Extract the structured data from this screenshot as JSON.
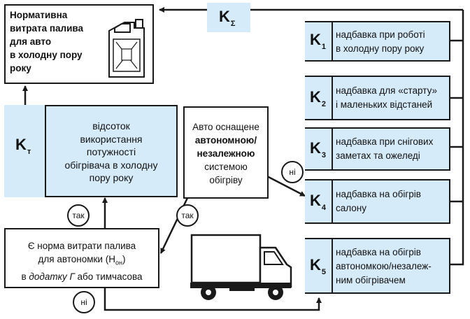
{
  "boxes": {
    "norm": [
      "Нормативна",
      "витрата палива",
      "для авто",
      "в холодну пору",
      "року"
    ],
    "percent": [
      "відсоток",
      "використання",
      "потужності",
      "обігрівача в холодну",
      "пору року"
    ],
    "auto_line1": "Авто оснащене",
    "auto_line2": "автономною/",
    "auto_line3": "незалежною",
    "auto_line4": "системою",
    "auto_line5": "обігріву",
    "norma_line1": "Є норма витрати палива",
    "norma_line2_pre": "для автономки (Н",
    "norma_line2_sub": "он",
    "norma_line2_post": ")",
    "norma_line3_pre": "в ",
    "norma_line3_italic": "додатку Г",
    "norma_line3_post": " або тимчасова"
  },
  "k_labels": {
    "ksum": "K",
    "ksum_sub": "Σ",
    "kt": "K",
    "kt_sub": "т",
    "k1": "K",
    "k1_sub": "1",
    "k2": "K",
    "k2_sub": "2",
    "k3": "K",
    "k3_sub": "3",
    "k4": "K",
    "k4_sub": "4",
    "k5": "K",
    "k5_sub": "5"
  },
  "k_items": {
    "k1": [
      "надбавка при роботі",
      "в холодну пору року"
    ],
    "k2": [
      "надбавка для «старту»",
      "і маленьких відстаней"
    ],
    "k3": [
      "надбавка при снігових",
      "заметах та ожеледі"
    ],
    "k4": [
      "надбавка на обігрів",
      "салону"
    ],
    "k5": [
      "надбавка на обігрів",
      "автономкою/незалеж-",
      "ним обігрівачем"
    ]
  },
  "decisions": {
    "tak_left": "так",
    "tak_mid": "так",
    "ni_right": "ні",
    "ni_bottom": "ні"
  },
  "colors": {
    "accent_fill": "#d6ebf9",
    "stroke": "#1a1a1a"
  },
  "icons": [
    "fuel-canister-icon",
    "truck-icon"
  ]
}
